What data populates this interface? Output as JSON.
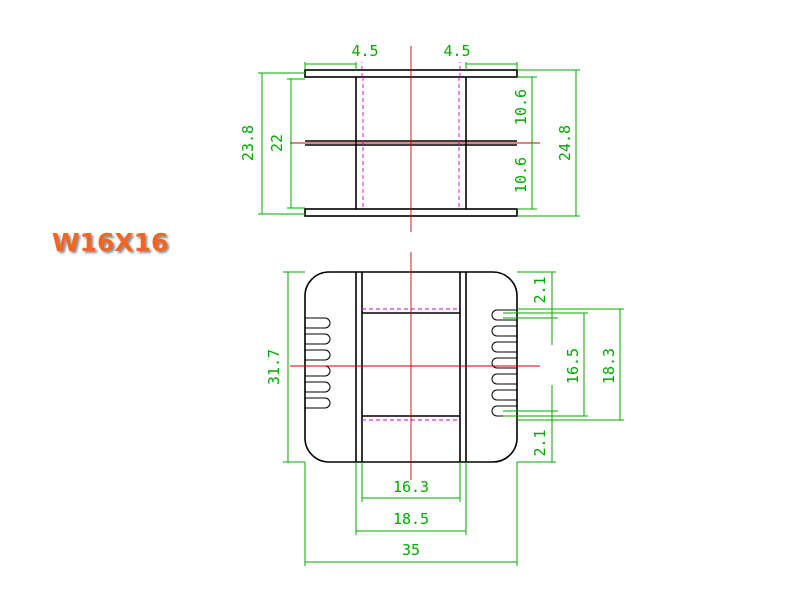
{
  "title": "W16X16",
  "colors": {
    "title": "#f26522",
    "outline": "#000000",
    "dimension": "#00aa00",
    "centerline": "#cc0000",
    "hidden": "#cc00cc"
  },
  "dimensions": {
    "top_left_flange": "4.5",
    "top_right_flange": "4.5",
    "left_outer_height": "23.8",
    "left_inner_height": "22",
    "right_upper_half": "10.6",
    "right_lower_half": "10.6",
    "right_total_height": "24.8",
    "front_height": "31.7",
    "top_slot_gap": "2.1",
    "bottom_slot_gap": "2.1",
    "inner_window_height": "16.5",
    "outer_window_height": "18.3",
    "inner_width": "16.3",
    "outer_width": "18.5",
    "total_width": "35"
  }
}
